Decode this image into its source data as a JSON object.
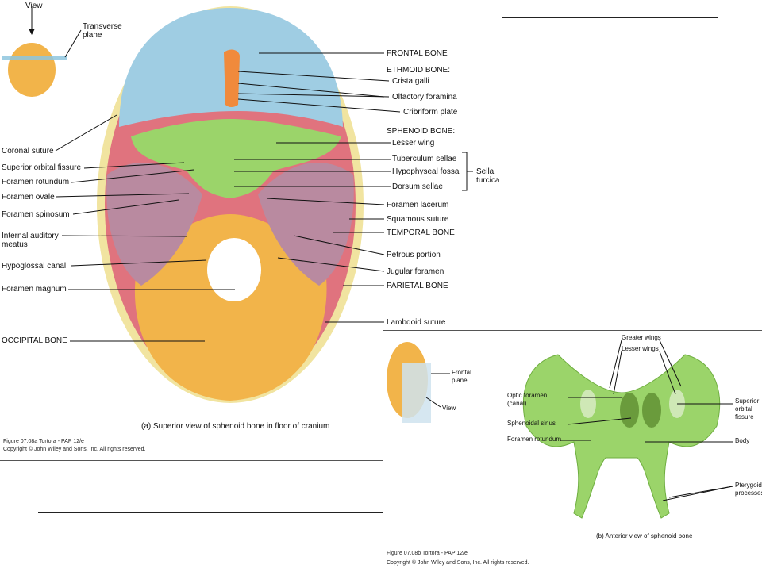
{
  "panel_a": {
    "inset": {
      "view": "View",
      "transverse_plane": "Transverse plane"
    },
    "labels_left": {
      "coronal_suture": "Coronal suture",
      "superior_orbital_fissure": "Superior orbital fissure",
      "foramen_rotundum": "Foramen rotundum",
      "foramen_ovale": "Foramen ovale",
      "foramen_spinosum": "Foramen spinosum",
      "internal_auditory_meatus": "Internal auditory meatus",
      "hypoglossal_canal": "Hypoglossal canal",
      "foramen_magnum": "Foramen magnum",
      "occipital_bone": "OCCIPITAL BONE"
    },
    "labels_right": {
      "frontal_bone": "FRONTAL BONE",
      "ethmoid_bone": "ETHMOID BONE:",
      "crista_galli": "Crista galli",
      "olfactory_foramina": "Olfactory foramina",
      "cribriform_plate": "Cribriform plate",
      "sphenoid_bone": "SPHENOID BONE:",
      "lesser_wing": "Lesser wing",
      "tuberculum_sellae": "Tuberculum sellae",
      "hypophyseal_fossa": "Hypophyseal fossa",
      "dorsum_sellae": "Dorsum sellae",
      "sella_turcica": "Sella turcica",
      "foramen_lacerum": "Foramen lacerum",
      "squamous_suture": "Squamous suture",
      "temporal_bone": "TEMPORAL BONE",
      "petrous_portion": "Petrous portion",
      "jugular_foramen": "Jugular foramen",
      "parietal_bone": "PARIETAL BONE",
      "lambdoid_suture": "Lambdoid suture"
    },
    "caption": "(a) Superior view of sphenoid bone in floor of cranium",
    "figure_id": "Figure 07.08a  Tortora - PAP 12/e",
    "copyright": "Copyright © John Wiley and Sons, Inc. All rights reserved."
  },
  "panel_b": {
    "inset": {
      "frontal_plane": "Frontal plane",
      "view": "View"
    },
    "labels": {
      "greater_wings": "Greater wings",
      "lesser_wings": "Lesser wings",
      "optic_foramen": "Optic foramen (canal)",
      "sphenoidal_sinus": "Sphenoidal sinus",
      "foramen_rotundum": "Foramen rotundum",
      "superior_orbital_fissure": "Superior orbital fissure",
      "body": "Body",
      "pterygoid_processes": "Pterygoid processes"
    },
    "caption": "(b) Anterior view of sphenoid bone",
    "figure_id": "Figure 07.08b  Tortora - PAP 12/e",
    "copyright": "Copyright © John Wiley and Sons, Inc. All rights reserved."
  },
  "colors": {
    "frontal": "#9fcde3",
    "sphenoid": "#9bd46a",
    "temporal": "#b98aa0",
    "parietal": "#e0737e",
    "occipital": "#f2b44a",
    "ethmoid": "#f08a3c",
    "suture_edge": "#f1e08a"
  }
}
